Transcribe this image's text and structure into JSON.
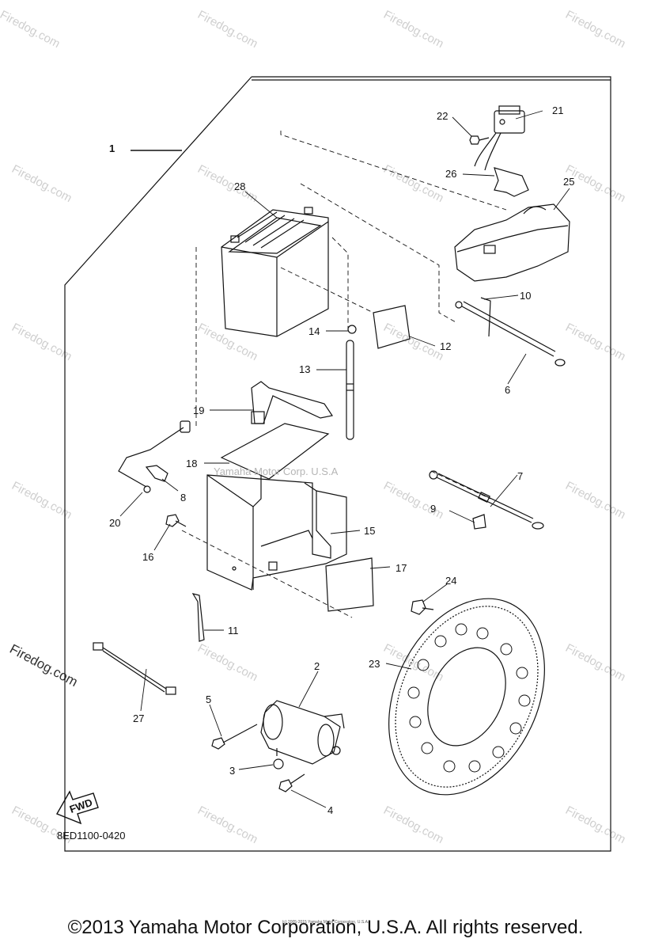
{
  "watermark": "Firedog.com",
  "watermark_center": "Yamaha Motor Corp. U.S.A",
  "assembly_label": "1",
  "fwd_label": "FWD",
  "diagram_code": "8ED1100-0420",
  "copyright": "©2013 Yamaha Motor Corporation, U.S.A. All rights reserved.",
  "copyright_small": "(c) 2005-2015 Yamaha Motor Corporation, U.S.A.",
  "parts": [
    {
      "id": "21",
      "name": "relay"
    },
    {
      "id": "22",
      "name": "bolt"
    },
    {
      "id": "26",
      "name": "bracket"
    },
    {
      "id": "25",
      "name": "cover"
    },
    {
      "id": "28",
      "name": "battery"
    },
    {
      "id": "10",
      "name": "clamp"
    },
    {
      "id": "14",
      "name": "hose-clip"
    },
    {
      "id": "12",
      "name": "pad"
    },
    {
      "id": "13",
      "name": "breather-hose"
    },
    {
      "id": "6",
      "name": "lead"
    },
    {
      "id": "19",
      "name": "battery-band"
    },
    {
      "id": "18",
      "name": "sheet"
    },
    {
      "id": "7",
      "name": "lead"
    },
    {
      "id": "8",
      "name": "clamp"
    },
    {
      "id": "9",
      "name": "clamp"
    },
    {
      "id": "20",
      "name": "lead"
    },
    {
      "id": "15",
      "name": "battery-box"
    },
    {
      "id": "16",
      "name": "bolt"
    },
    {
      "id": "17",
      "name": "pad"
    },
    {
      "id": "24",
      "name": "bolt"
    },
    {
      "id": "11",
      "name": "band"
    },
    {
      "id": "2",
      "name": "starter-motor"
    },
    {
      "id": "23",
      "name": "sensor-rotor"
    },
    {
      "id": "27",
      "name": "lead"
    },
    {
      "id": "5",
      "name": "bolt"
    },
    {
      "id": "3",
      "name": "nut"
    },
    {
      "id": "4",
      "name": "bolt"
    }
  ]
}
